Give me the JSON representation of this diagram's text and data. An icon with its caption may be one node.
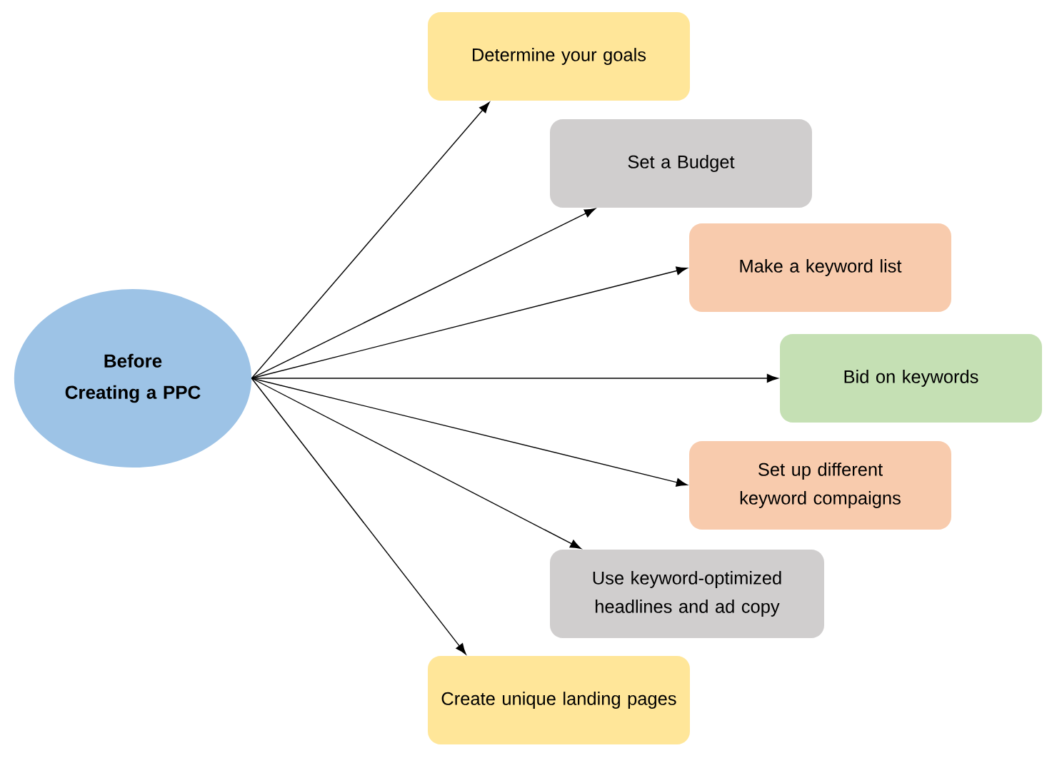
{
  "diagram": {
    "nodes": [
      {
        "text": [
          "Before Creating a PPC"
        ]
      },
      {
        "text": [
          "Determine your goals"
        ]
      },
      {
        "text": [
          "Set a Budget"
        ]
      },
      {
        "text": [
          "Make a keyword list"
        ]
      },
      {
        "text": [
          "Bid on keywords"
        ]
      },
      {
        "text": [
          "Set up different keyword compaigns"
        ]
      },
      {
        "text": [
          "Use keyword-optimized headlines and ad copy"
        ]
      },
      {
        "text": [
          "Create unique landing pages"
        ]
      }
    ],
    "edges": [
      {
        "from": 0,
        "to": 1,
        "arrow": "to"
      },
      {
        "from": 0,
        "to": 2,
        "arrow": "to"
      },
      {
        "from": 0,
        "to": 3,
        "arrow": "to"
      },
      {
        "from": 0,
        "to": 4,
        "arrow": "to"
      },
      {
        "from": 0,
        "to": 5,
        "arrow": "to"
      },
      {
        "from": 0,
        "to": 6,
        "arrow": "to"
      },
      {
        "from": 0,
        "to": 7,
        "arrow": "to"
      }
    ]
  }
}
